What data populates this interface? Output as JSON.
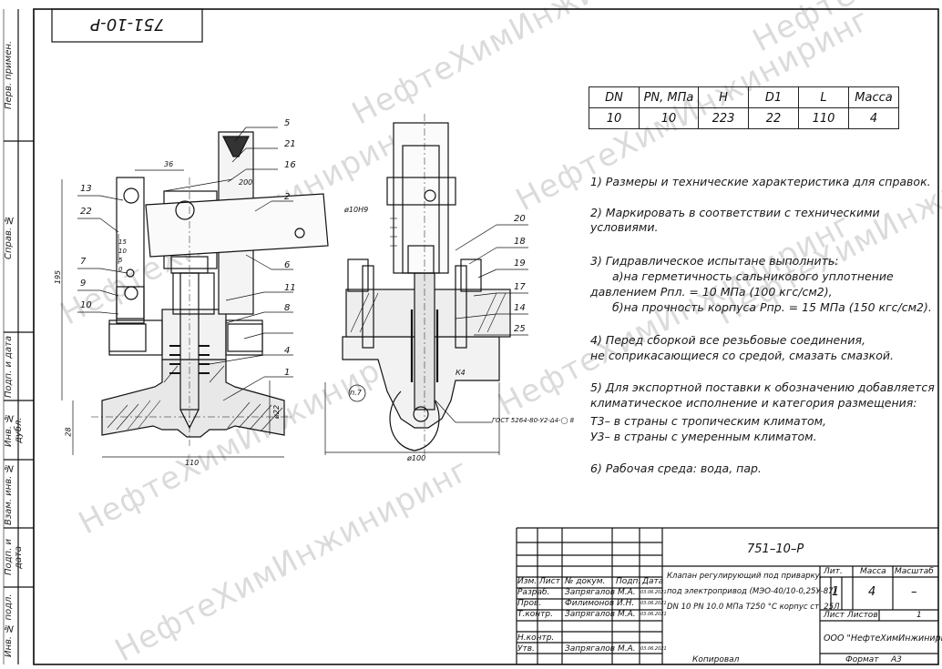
{
  "drawing_code": "751-10-Р",
  "drawing_code_mirrored": "751-10-Р",
  "watermark": "НефтеХимИнжиниринг",
  "spec_table": {
    "headers": [
      "DN",
      "PN, МПа",
      "H",
      "D1",
      "L",
      "Масса"
    ],
    "values": [
      "10",
      "10",
      "223",
      "22",
      "110",
      "4"
    ]
  },
  "notes": [
    "1) Размеры и технические характеристика для справок.",
    "2) Маркировать в соответствии с техническими",
    "условиями.",
    "3) Гидравлическое испытане выполнить:",
    "а)на герметичность сальникового уплотнение",
    "давлением Рпл. = 10 МПа (100 кгс/см2),",
    "б)на прочность корпуса Рпр. = 15 МПа (150 кгс/см2).",
    "4) Перед сборкой все резьбовые соединения,",
    "не соприкасающиеся со средой, смазать смазкой.",
    "5) Для экспортной поставки к обозначению добавляется",
    "климатическое исполнение и категория размещения:",
    "Т3– в страны с тропическим климатом,",
    "У3– в страны с умеренным климатом.",
    "6) Рабочая среда: вода, пар."
  ],
  "side_labels": [
    "Перв. примен.",
    "Справ. №",
    "Подп. и дата",
    "Инв. № дубл.",
    "Взам. инв. №",
    "Подп. и дата",
    "Инв. № подл."
  ],
  "callouts_left": [
    "13",
    "22",
    "7",
    "9",
    "10",
    "5",
    "21",
    "16",
    "2",
    "6",
    "11",
    "8",
    "4",
    "1"
  ],
  "callouts_right": [
    "20",
    "18",
    "19",
    "17",
    "14",
    "25"
  ],
  "dimensions": {
    "d36": "36",
    "d200": "200",
    "d195": "195",
    "d28": "28",
    "d110": "110",
    "d100": "ø100",
    "d22": "ø22",
    "d1049": "ø10Н9",
    "ruler": [
      "15",
      "10",
      "5",
      "0"
    ],
    "section": "п.7",
    "roughness": "К4",
    "weld": "ГОСТ 5264-80-У2-Δ4-◯ 8"
  },
  "title_block": {
    "code": "751–10–Р",
    "title_lines": [
      "Клапан регулирующий под приварку,",
      "под электропривод (МЭО-40/10-0,25У-87)",
      "DN 10 PN 10.0 МПа Т250 °С корпус ст. 25Л"
    ],
    "header_cols": [
      "Изм.",
      "Лист",
      "№ докум.",
      "Подп.",
      "Дата"
    ],
    "rows": [
      {
        "role": "Разраб.",
        "name": "Запрягалов М.А.",
        "date": "03.06.2021"
      },
      {
        "role": "Пров.",
        "name": "Филимонов И.Н.",
        "date": "03.06.2021"
      },
      {
        "role": "Т.контр.",
        "name": "Запрягалов М.А.",
        "date": "03.06.2021"
      },
      {
        "role": "",
        "name": "",
        "date": ""
      },
      {
        "role": "Н.контр.",
        "name": "",
        "date": ""
      },
      {
        "role": "Утв.",
        "name": "Запрягалов М.А.",
        "date": "03.06.2021"
      }
    ],
    "lit_label": "Лит.",
    "lit_value": "1",
    "mass_label": "Масса",
    "mass_value": "4",
    "scale_label": "Масштаб",
    "scale_value": "–",
    "sheet_label": "Лист",
    "sheets_label": "Листов",
    "sheets_value": "1",
    "company": "ООО \"НефтеХимИнжиниринг\"",
    "copied_label": "Копировал",
    "format_label": "Формат",
    "format_value": "А3"
  }
}
